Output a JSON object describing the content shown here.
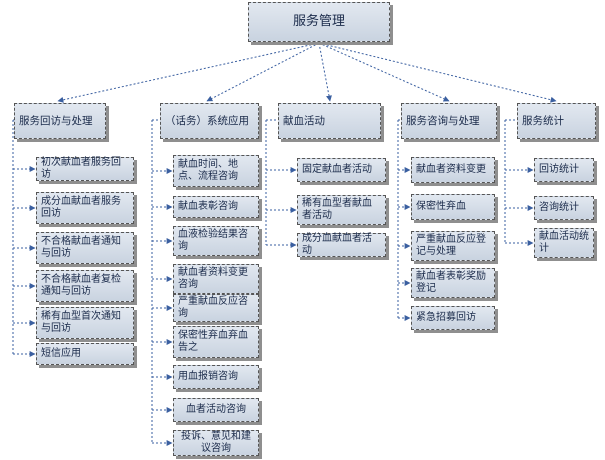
{
  "root": {
    "label": "服务管理"
  },
  "categories": [
    {
      "label": "服务回访与处理",
      "items": [
        "初次献血者服务回访",
        "成分血献血者服务回访",
        "不合格献血者通知与回访",
        "不合格献血者复检通知与回访",
        "稀有血型首次通知与回访",
        "短信应用"
      ]
    },
    {
      "label": "（话务）系统应用",
      "items": [
        "献血时间、地点、流程咨询",
        "献血表彰咨询",
        "血液检验结果咨询",
        "献血者资料变更咨询",
        "严重献血反应咨询",
        "保密性弃血弃血告之",
        "用血报销咨询",
        "血者活动咨询",
        "投诉、意见和建议咨询"
      ]
    },
    {
      "label": "献血活动",
      "items": [
        "固定献血者活动",
        "稀有血型者献血者活动",
        "成分血献血者活动"
      ]
    },
    {
      "label": "服务咨询与处理",
      "items": [
        "献血者资料变更",
        "保密性弃血",
        "严重献血反应登记与处理",
        "献血者表彰奖励登记",
        "紧急招募回访"
      ]
    },
    {
      "label": "服务统计",
      "items": [
        "回访统计",
        "咨询统计",
        "献血活动统计"
      ]
    }
  ],
  "colors": {
    "connector": "#3a5fa0",
    "box_border": "#555555",
    "box_fill": "#d4dce8",
    "text": "#1a2a4a"
  }
}
